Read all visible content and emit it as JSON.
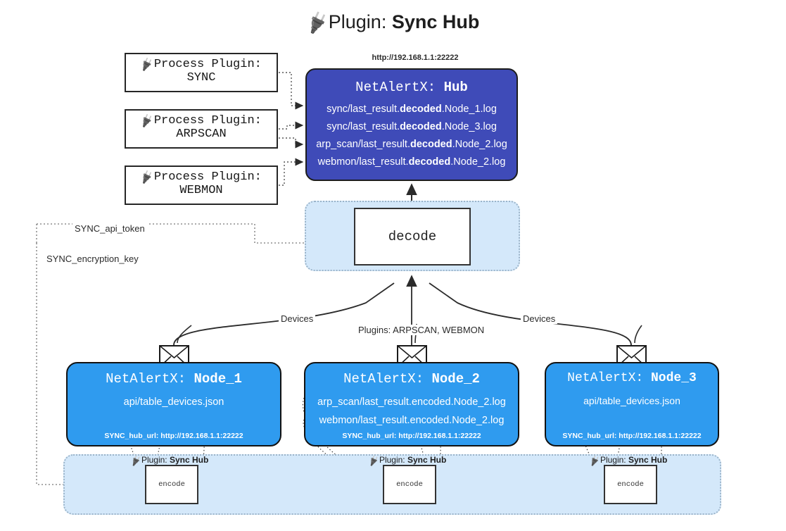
{
  "title": {
    "icon": "plug-icon",
    "prefix": "Plugin: ",
    "name": "Sync Hub"
  },
  "process_plugins": [
    {
      "icon": "plug-icon",
      "line1": "Process Plugin:",
      "line2": "SYNC"
    },
    {
      "icon": "plug-icon",
      "line1": "Process Plugin:",
      "line2": "ARPSCAN"
    },
    {
      "icon": "plug-icon",
      "line1": "Process Plugin:",
      "line2": "WEBMON"
    }
  ],
  "hub": {
    "url": "http://192.168.1.1:22222",
    "title_prefix": "NetAlertX: ",
    "title_name": "Hub",
    "lines": [
      {
        "pre": "sync/last_result.",
        "mid": "decoded",
        "post": ".Node_1.log"
      },
      {
        "pre": "sync/last_result.",
        "mid": "decoded",
        "post": ".Node_3.log"
      },
      {
        "pre": "arp_scan/last_result.",
        "mid": "decoded",
        "post": ".Node_2.log"
      },
      {
        "pre": "webmon/last_result.",
        "mid": "decoded",
        "post": ".Node_2.log"
      }
    ]
  },
  "decode": {
    "label": "decode"
  },
  "secrets": [
    {
      "label": "SYNC_api_token"
    },
    {
      "label": "SYNC_encryption_key"
    }
  ],
  "edge_labels": {
    "devices_left": "Devices",
    "devices_right": "Devices",
    "plugins_center": "Plugins: ARPSCAN, WEBMON"
  },
  "nodes": [
    {
      "icon": "envelope-icon",
      "title_prefix": "NetAlertX: ",
      "title_name": "Node_1",
      "lines": [
        "api/table_devices.json"
      ],
      "foot": "SYNC_hub_url: http://192.168.1.1:22222"
    },
    {
      "icon": "envelope-icon",
      "title_prefix": "NetAlertX: ",
      "title_name": "Node_2",
      "lines": [
        "arp_scan/last_result.encoded.Node_2.log",
        "webmon/last_result.encoded.Node_2.log"
      ],
      "foot": "SYNC_hub_url: http://192.168.1.1:22222"
    },
    {
      "icon": "envelope-icon",
      "title_prefix": "NetAlertX: ",
      "title_name": "Node_3",
      "lines": [
        "api/table_devices.json"
      ],
      "foot": "SYNC_hub_url: http://192.168.1.1:22222"
    }
  ],
  "sync_plugins": [
    {
      "icon": "plug-icon",
      "prefix": "Plugin: ",
      "name": "Sync Hub",
      "encode": "encode"
    },
    {
      "icon": "plug-icon",
      "prefix": "Plugin: ",
      "name": "Sync Hub",
      "encode": "encode"
    },
    {
      "icon": "plug-icon",
      "prefix": "Plugin: ",
      "name": "Sync Hub",
      "encode": "encode"
    }
  ],
  "colors": {
    "hub_fill": "#3f4bb8",
    "node_fill": "#2f9bef",
    "container_fill": "#d4e8fa",
    "container_border": "#9bb4c9",
    "stroke": "#2b2b2b"
  }
}
